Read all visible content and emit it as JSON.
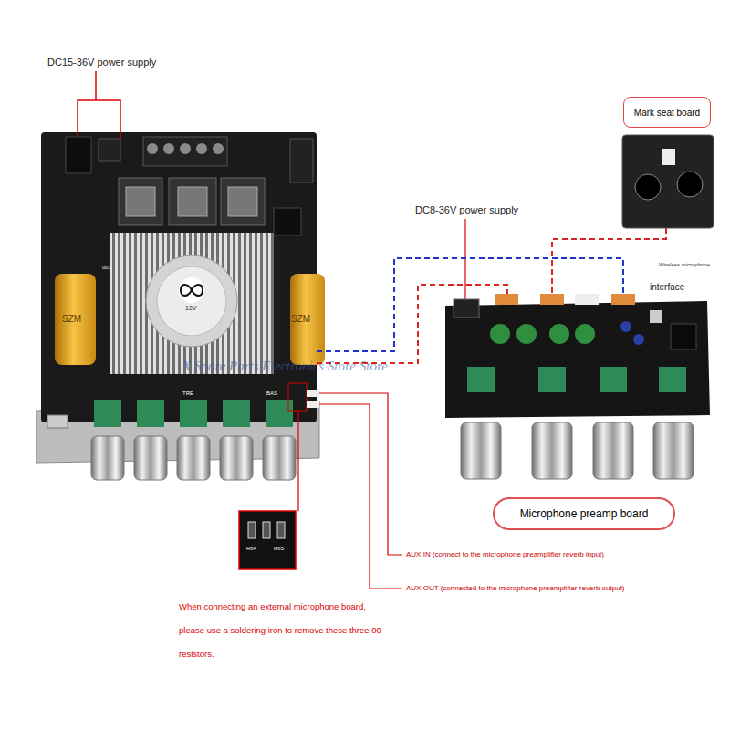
{
  "diagram": {
    "nodes": [
      {
        "text": [
          "Mark seat board"
        ]
      },
      {
        "text": [
          "Microphone preamp board"
        ]
      }
    ],
    "labels": [
      "DC15-36V power supply",
      "DC8-36V power supply",
      "Wireless microphone",
      "interface",
      "AUX IN (connect to the microphone preamplifier reverb input)",
      "AUX OUT (connected to the microphone preamplifier reverb output)",
      "When connecting an external microphone board, please use a soldering iron to remove these three 00 resistors.",
      "X Spare Parts Electronics Store Store",
      "SZM",
      "SZM",
      "12V",
      "TRE",
      "BAS",
      "R64",
      "R65",
      "001"
    ]
  }
}
